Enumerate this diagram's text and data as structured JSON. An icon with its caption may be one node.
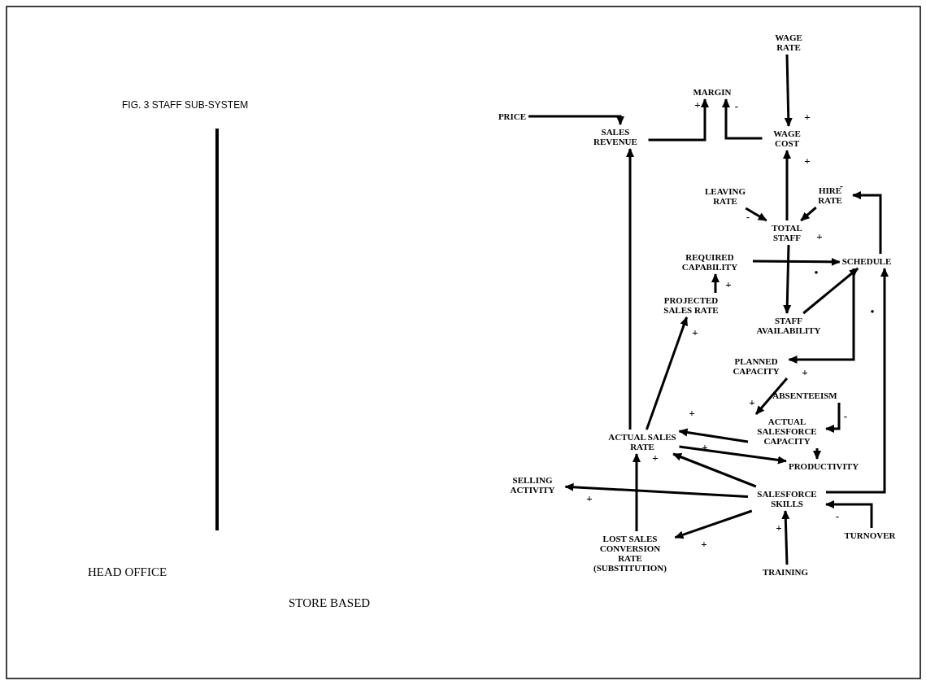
{
  "diagram": {
    "title": "FIG. 3 STAFF SUB-SYSTEM",
    "nodes": [
      {
        "text": [
          "PRICE"
        ]
      },
      {
        "text": [
          "SALES REVENUE"
        ]
      },
      {
        "text": [
          "MARGIN"
        ]
      },
      {
        "text": [
          "WAGE RATE"
        ]
      },
      {
        "text": [
          "WAGE COST"
        ]
      },
      {
        "text": [
          "LEAVING RATE"
        ]
      },
      {
        "text": [
          "HIRE RATE"
        ]
      },
      {
        "text": [
          "TOTAL STAFF"
        ]
      },
      {
        "text": [
          "REQUIRED CAPABILITY"
        ]
      },
      {
        "text": [
          "SCHEDULE"
        ]
      },
      {
        "text": [
          "PROJECTED SALES RATE"
        ]
      },
      {
        "text": [
          "STAFF AVAILABILITY"
        ]
      },
      {
        "text": [
          "PLANNED CAPACITY"
        ]
      },
      {
        "text": [
          "ABSENTEEISM"
        ]
      },
      {
        "text": [
          "ACTUAL SALESFORCE CAPACITY"
        ]
      },
      {
        "text": [
          "ACTUAL SALES RATE"
        ]
      },
      {
        "text": [
          "PRODUCTIVITY"
        ]
      },
      {
        "text": [
          "SELLING ACTIVITY"
        ]
      },
      {
        "text": [
          "SALESFORCE SKILLS"
        ]
      },
      {
        "text": [
          "LOST SALES CONVERSION RATE (SUBSTITUTION)"
        ]
      },
      {
        "text": [
          "TRAINING"
        ]
      },
      {
        "text": [
          "TURNOVER"
        ]
      }
    ],
    "edges": [
      {
        "from": 0,
        "to": 1,
        "arrow": "to"
      },
      {
        "from": 1,
        "to": 2,
        "arrow": "to",
        "label": "+"
      },
      {
        "from": 4,
        "to": 2,
        "arrow": "to",
        "label": "-"
      },
      {
        "from": 3,
        "to": 4,
        "arrow": "to",
        "label": "+"
      },
      {
        "from": 7,
        "to": 4,
        "arrow": "to",
        "label": "+"
      },
      {
        "from": 5,
        "to": 7,
        "arrow": "to",
        "label": "-"
      },
      {
        "from": 6,
        "to": 7,
        "arrow": "to",
        "label": "+"
      },
      {
        "from": 9,
        "to": 6,
        "arrow": "to",
        "label": "-"
      },
      {
        "from": 8,
        "to": 9,
        "arrow": "to",
        "label": "•"
      },
      {
        "from": 7,
        "to": 11,
        "arrow": "to"
      },
      {
        "from": 11,
        "to": 9,
        "arrow": "to"
      },
      {
        "from": 9,
        "to": 12,
        "arrow": "to",
        "label": "+"
      },
      {
        "from": 10,
        "to": 8,
        "arrow": "to",
        "label": "+"
      },
      {
        "from": 15,
        "to": 10,
        "arrow": "to",
        "label": "+"
      },
      {
        "from": 15,
        "to": 1,
        "arrow": "to"
      },
      {
        "from": 12,
        "to": 14,
        "arrow": "to",
        "label": "+"
      },
      {
        "from": 13,
        "to": 14,
        "arrow": "to",
        "label": "-"
      },
      {
        "from": 14,
        "to": 15,
        "arrow": "to",
        "label": "+"
      },
      {
        "from": 14,
        "to": 16,
        "arrow": "to"
      },
      {
        "from": 15,
        "to": 16,
        "arrow": "to"
      },
      {
        "from": 18,
        "to": 15,
        "arrow": "to",
        "label": "+"
      },
      {
        "from": 18,
        "to": 17,
        "arrow": "to",
        "label": "+"
      },
      {
        "from": 19,
        "to": 15,
        "arrow": "to",
        "label": "+"
      },
      {
        "from": 18,
        "to": 19,
        "arrow": "to",
        "label": "+"
      },
      {
        "from": 18,
        "to": 9,
        "arrow": "to",
        "label": "•"
      },
      {
        "from": 20,
        "to": 18,
        "arrow": "to",
        "label": "+"
      },
      {
        "from": 21,
        "to": 18,
        "arrow": "to",
        "label": "-"
      }
    ],
    "labels": [
      "HEAD OFFICE",
      "STORE BASED"
    ]
  }
}
